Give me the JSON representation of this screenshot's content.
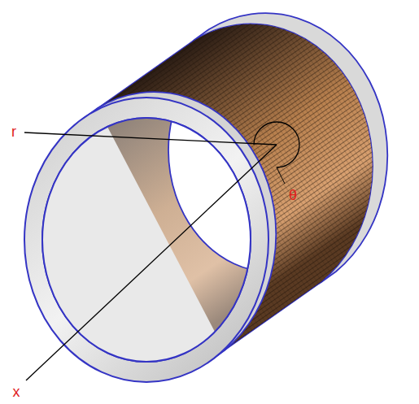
{
  "diagram": {
    "labels": [
      "r",
      "θ",
      "x"
    ]
  }
}
